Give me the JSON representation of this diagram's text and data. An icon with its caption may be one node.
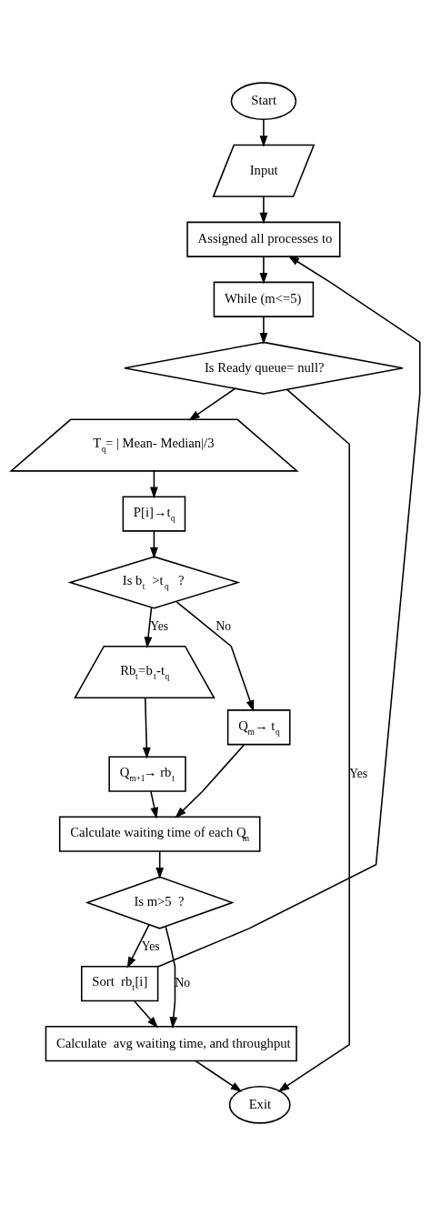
{
  "diagram": {
    "nodes": [
      {
        "text": [
          "Start"
        ]
      },
      {
        "text": [
          "Input"
        ]
      },
      {
        "text": [
          "Assigned all processes to"
        ]
      },
      {
        "text": [
          "While (m<=5)"
        ]
      },
      {
        "text": [
          "Is Ready queue= null?"
        ]
      },
      {
        "text": [
          "T$_{q}$= | Mean- Median|/3"
        ]
      },
      {
        "text": [
          "P[i]→t$_{q}$"
        ]
      },
      {
        "text": [
          "Is b$_{t}$ >t$_{q}$ ?"
        ]
      },
      {
        "text": [
          "Rb$_{t}$=b$_{t}$-t$_{q}$"
        ]
      },
      {
        "text": [
          "Q$_{m}$→ t$_{q}$"
        ]
      },
      {
        "text": [
          "Q$_{m+1}$→ rb$_{t}$"
        ]
      },
      {
        "text": [
          "Calculate waiting time of each Q$_{m}$"
        ]
      },
      {
        "text": [
          "Is m>5 ?"
        ]
      },
      {
        "text": [
          "Sort  rb$_{t}$[i]"
        ]
      },
      {
        "text": [
          "Calculate  avg waiting time, and throughput"
        ]
      },
      {
        "text": [
          "Exit"
        ]
      }
    ],
    "edges": [
      {
        "from": 0,
        "to": 1,
        "arrow": "to"
      },
      {
        "from": 1,
        "to": 2,
        "arrow": "to"
      },
      {
        "from": 2,
        "to": 3,
        "arrow": "to"
      },
      {
        "from": 3,
        "to": 4,
        "arrow": "to"
      },
      {
        "from": 4,
        "to": 5,
        "arrow": "to"
      },
      {
        "from": 4,
        "to": 15,
        "label": "Yes",
        "arrow": "to"
      },
      {
        "from": 5,
        "to": 6,
        "arrow": "to"
      },
      {
        "from": 6,
        "to": 7,
        "arrow": "to"
      },
      {
        "from": 7,
        "to": 8,
        "label": "Yes",
        "arrow": "to"
      },
      {
        "from": 7,
        "to": 9,
        "label": "No",
        "arrow": "to"
      },
      {
        "from": 8,
        "to": 10,
        "arrow": "to"
      },
      {
        "from": 10,
        "to": 11,
        "arrow": "to"
      },
      {
        "from": 9,
        "to": 11,
        "arrow": "to"
      },
      {
        "from": 11,
        "to": 12,
        "arrow": "to"
      },
      {
        "from": 12,
        "to": 13,
        "label": "Yes",
        "arrow": "to"
      },
      {
        "from": 12,
        "to": 14,
        "label": "No",
        "arrow": "to"
      },
      {
        "from": 13,
        "to": 2,
        "arrow": "to"
      },
      {
        "from": 13,
        "to": 14,
        "arrow": "to"
      },
      {
        "from": 14,
        "to": 15,
        "arrow": "to"
      }
    ]
  }
}
